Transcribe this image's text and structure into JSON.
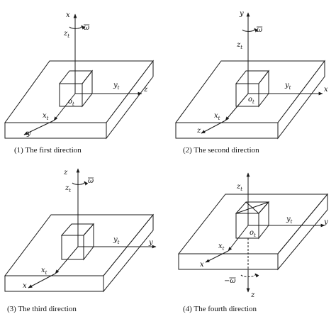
{
  "colors": {
    "hatch": "#4a6fd0",
    "hatch_bg": "#aec5ea",
    "grid": "#3a7a7a",
    "grid_bg": "#d8eae8",
    "line": "#1a1a1a"
  },
  "panels": [
    {
      "caption": "(1) The first direction",
      "labels": {
        "x": "x",
        "zt": "z",
        "yt": "y",
        "z": "z",
        "xt": "x",
        "y": "y",
        "ot": "o",
        "omega": "ω",
        "t": "t"
      }
    },
    {
      "caption": "(2) The second direction",
      "labels": {
        "y": "y",
        "zt": "z",
        "yt": "y",
        "x": "x",
        "xt": "x",
        "z": "z",
        "ot": "o",
        "omega": "ω",
        "t": "t"
      }
    },
    {
      "caption": "(3) The third direction",
      "labels": {
        "z": "z",
        "zt": "z",
        "yt": "y",
        "y": "y",
        "xt": "x",
        "x": "x",
        "omega": "ω",
        "t": "t"
      }
    },
    {
      "caption": "(4) The fourth direction",
      "labels": {
        "zt": "z",
        "yt": "y",
        "y": "y",
        "xt": "x",
        "x": "x",
        "ot": "o",
        "omega": "−ω",
        "z": "z",
        "t": "t"
      }
    }
  ]
}
